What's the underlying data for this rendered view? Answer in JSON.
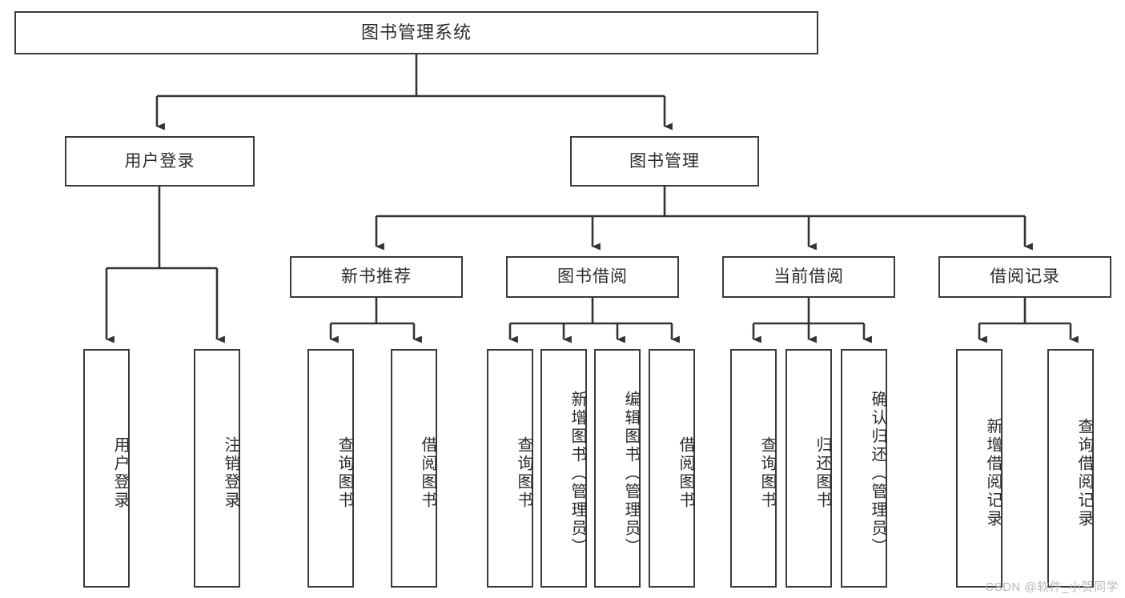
{
  "diagram": {
    "title": "图书管理系统",
    "type": "hierarchy-tree",
    "watermark": "CSDN @软件_小贺同学",
    "colors": {
      "box_border": "#3a3a3a",
      "box_fill": "#ffffff",
      "edge": "#333333",
      "text": "#2b2b2b",
      "watermark": "#b9b9b9",
      "background": "#ffffff"
    },
    "root": {
      "label": "图书管理系统"
    },
    "level2": [
      {
        "label": "用户登录"
      },
      {
        "label": "图书管理"
      }
    ],
    "level3": [
      {
        "label": "新书推荐"
      },
      {
        "label": "图书借阅"
      },
      {
        "label": "当前借阅"
      },
      {
        "label": "借阅记录"
      }
    ],
    "leaves": {
      "user_login": [
        {
          "label": "用户登录"
        },
        {
          "label": "注销登录"
        }
      ],
      "new_book": [
        {
          "label": "查询图书"
        },
        {
          "label": "借阅图书"
        }
      ],
      "book_borrow": [
        {
          "label": "查询图书"
        },
        {
          "label": "新增图书（管理员）"
        },
        {
          "label": "编辑图书（管理员）"
        },
        {
          "label": "借阅图书"
        }
      ],
      "current_borrow": [
        {
          "label": "查询图书"
        },
        {
          "label": "归还图书"
        },
        {
          "label": "确认归还（管理员）"
        }
      ],
      "borrow_record": [
        {
          "label": "新增借阅记录"
        },
        {
          "label": "查询借阅记录"
        }
      ]
    }
  }
}
